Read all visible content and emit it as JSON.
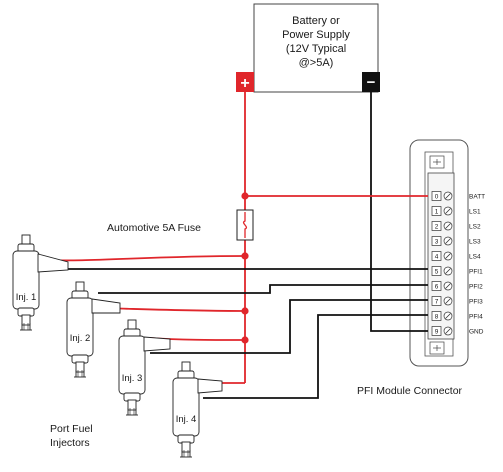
{
  "power_supply": {
    "line1": "Battery or",
    "line2": "Power Supply",
    "line3": "(12V Typical",
    "line4": "@>5A)",
    "positive_symbol": "+",
    "negative_symbol": "−"
  },
  "fuse_label": "Automotive 5A Fuse",
  "module_label": "PFI Module Connector",
  "injector_group_label": {
    "line1": "Port Fuel",
    "line2": "Injectors"
  },
  "injectors": [
    "Inj. 1",
    "Inj. 2",
    "Inj. 3",
    "Inj. 4"
  ],
  "pins": [
    {
      "num": "0",
      "label": "BATT"
    },
    {
      "num": "1",
      "label": "LS1"
    },
    {
      "num": "2",
      "label": "LS2"
    },
    {
      "num": "3",
      "label": "LS3"
    },
    {
      "num": "4",
      "label": "LS4"
    },
    {
      "num": "5",
      "label": "PFI1"
    },
    {
      "num": "6",
      "label": "PFI2"
    },
    {
      "num": "7",
      "label": "PFI3"
    },
    {
      "num": "8",
      "label": "PFI4"
    },
    {
      "num": "9",
      "label": "GND"
    }
  ],
  "colors": {
    "positive_wire": "#e0262b",
    "signal_wire": "#111111",
    "positive_terminal": "#e0262b",
    "negative_terminal": "#111111"
  }
}
